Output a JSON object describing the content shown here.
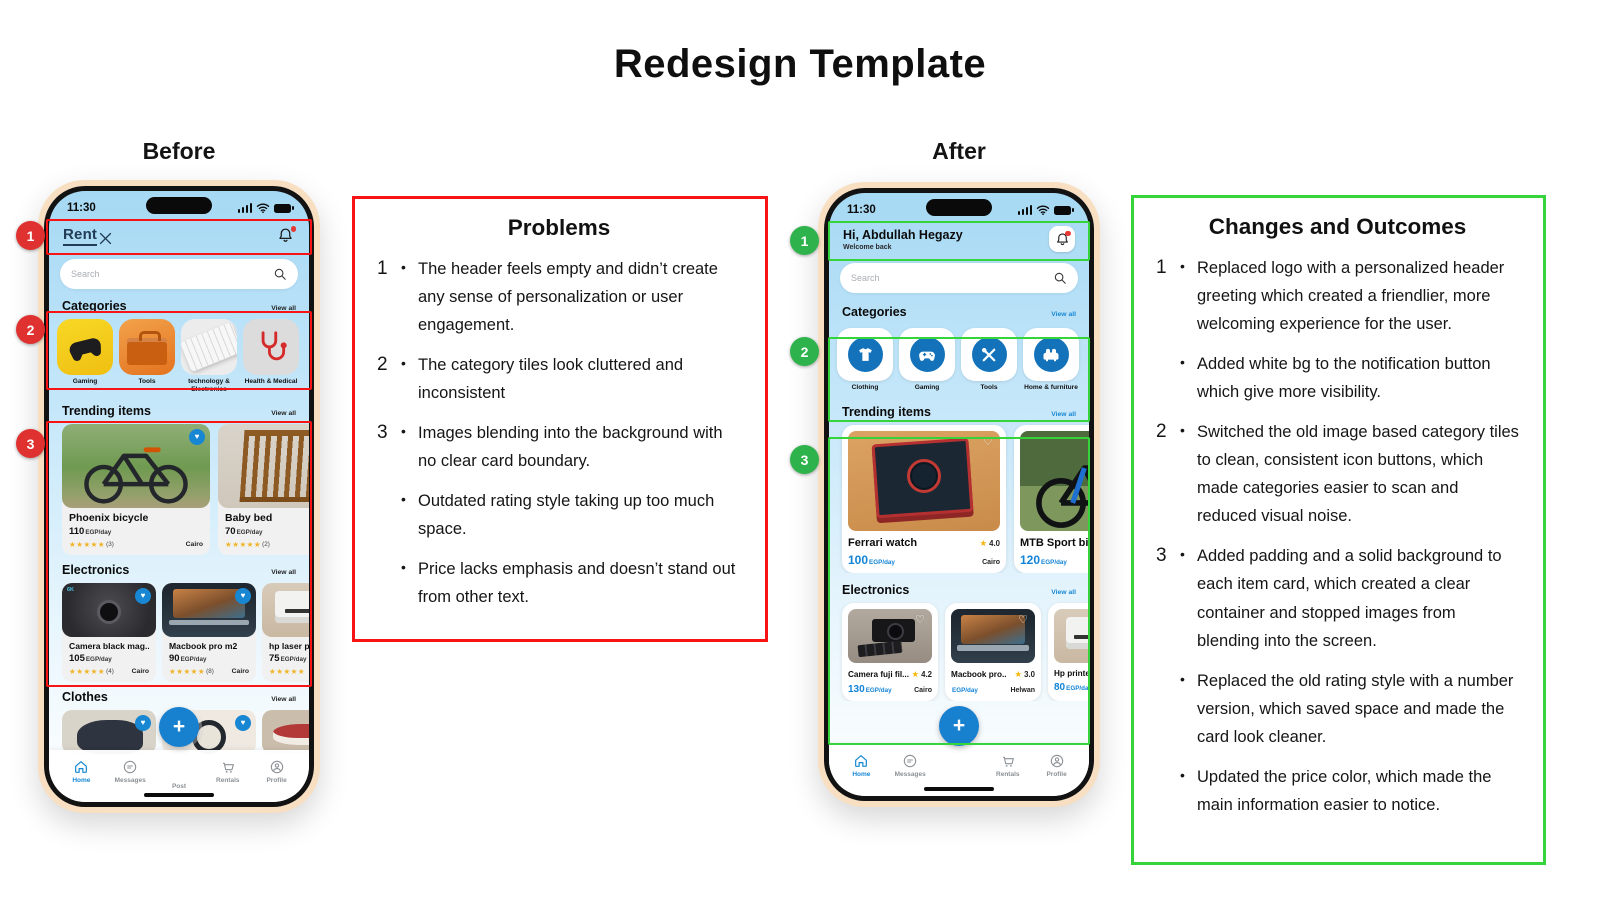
{
  "page": {
    "title": "Redesign Template",
    "before_label": "Before",
    "after_label": "After"
  },
  "colors": {
    "annotation_red": "#f81414",
    "annotation_green": "#35d43a",
    "accent_blue": "#1787d4",
    "price_blue": "#1283d6",
    "star_gold": "#f5b50a"
  },
  "annotations": {
    "before": [
      "1",
      "2",
      "3"
    ],
    "after": [
      "1",
      "2",
      "3"
    ]
  },
  "before": {
    "status_time": "11:30",
    "logo_text": "Rent",
    "search_placeholder": "Search",
    "categories": {
      "title": "Categories",
      "view_all": "View all",
      "tiles": [
        {
          "label": "Gaming"
        },
        {
          "label": "Tools"
        },
        {
          "label": "technology & Electronics"
        },
        {
          "label": "Health & Medical"
        }
      ]
    },
    "trending": {
      "title": "Trending items",
      "view_all": "View all",
      "items": [
        {
          "name": "Phoenix bicycle",
          "price": "110",
          "unit": "EGP/day",
          "stars": "★★★★★",
          "count": "(3)",
          "location": "Cairo"
        },
        {
          "name": "Baby bed",
          "price": "70",
          "unit": "EGP/day",
          "stars": "★★★★★",
          "count": "(2)",
          "location": ""
        }
      ]
    },
    "electronics": {
      "title": "Electronics",
      "view_all": "View all",
      "items": [
        {
          "name": "Camera black mag...",
          "price": "105",
          "unit": "EGP/day",
          "stars": "★★★★★",
          "count": "(4)",
          "location": "Cairo"
        },
        {
          "name": "Macbook pro m2",
          "price": "90",
          "unit": "EGP/day",
          "stars": "★★★★★",
          "count": "(8)",
          "location": "Cairo"
        },
        {
          "name": "hp laser p",
          "price": "75",
          "unit": "EGP/day",
          "stars": "★★★★★",
          "count": "",
          "location": ""
        }
      ]
    },
    "clothes": {
      "title": "Clothes",
      "view_all": "View all"
    },
    "nav": {
      "home": "Home",
      "messages": "Messages",
      "post": "Post",
      "rentals": "Rentals",
      "profile": "Profile"
    }
  },
  "problems": {
    "title": "Problems",
    "items": [
      {
        "num": "1",
        "text": "The header feels empty and didn’t create any sense of personalization or user engagement."
      },
      {
        "num": "2",
        "text": "The category tiles look cluttered and inconsistent"
      },
      {
        "num": "3",
        "text": "Images blending into the background with no clear card boundary."
      },
      {
        "num": "",
        "text": "Outdated rating style taking up too much space."
      },
      {
        "num": "",
        "text": "Price lacks emphasis and doesn’t stand out from other text."
      }
    ]
  },
  "after": {
    "status_time": "11:30",
    "greeting": "Hi, Abdullah Hegazy",
    "subgreeting": "Welcome back",
    "search_placeholder": "Search",
    "categories": {
      "title": "Categories",
      "view_all": "View all",
      "tiles": [
        {
          "label": "Clothing"
        },
        {
          "label": "Gaming"
        },
        {
          "label": "Tools"
        },
        {
          "label": "Home & furniture"
        }
      ]
    },
    "trending": {
      "title": "Trending items",
      "view_all": "View all",
      "items": [
        {
          "name": "Ferrari watch",
          "rating": "4.0",
          "price": "100",
          "unit": "EGP/day",
          "location": "Cairo"
        },
        {
          "name": "MTB Sport bik",
          "rating": "",
          "price": "120",
          "unit": "EGP/day",
          "location": ""
        }
      ]
    },
    "electronics": {
      "title": "Electronics",
      "view_all": "View all",
      "items": [
        {
          "name": "Camera fuji fil...",
          "rating": "4.2",
          "price": "130",
          "unit": "EGP/day",
          "location": "Cairo"
        },
        {
          "name": "Macbook pro..",
          "rating": "3.0",
          "price": "",
          "unit": "EGP/day",
          "location": "Helwan"
        },
        {
          "name": "Hp printer",
          "rating": "",
          "price": "80",
          "unit": "EGP/day",
          "location": ""
        }
      ]
    },
    "nav": {
      "home": "Home",
      "messages": "Messages",
      "rentals": "Rentals",
      "profile": "Profile"
    }
  },
  "changes": {
    "title": "Changes and Outcomes",
    "items": [
      {
        "num": "1",
        "text": "Replaced logo with a personalized header greeting which created a friendlier, more welcoming experience for the user."
      },
      {
        "num": "",
        "text": "Added white bg to the notification button which give more visibility."
      },
      {
        "num": "2",
        "text": "Switched the old image based category tiles to clean, consistent icon buttons, which made categories easier to scan and reduced visual noise."
      },
      {
        "num": "3",
        "text": "Added padding and a solid background to each item card, which created a clear container and stopped images from blending into the screen."
      },
      {
        "num": "",
        "text": "Replaced the old rating style with a number version, which saved space and made the card look cleaner."
      },
      {
        "num": "",
        "text": "Updated the price color, which made the main information easier to notice."
      }
    ]
  }
}
